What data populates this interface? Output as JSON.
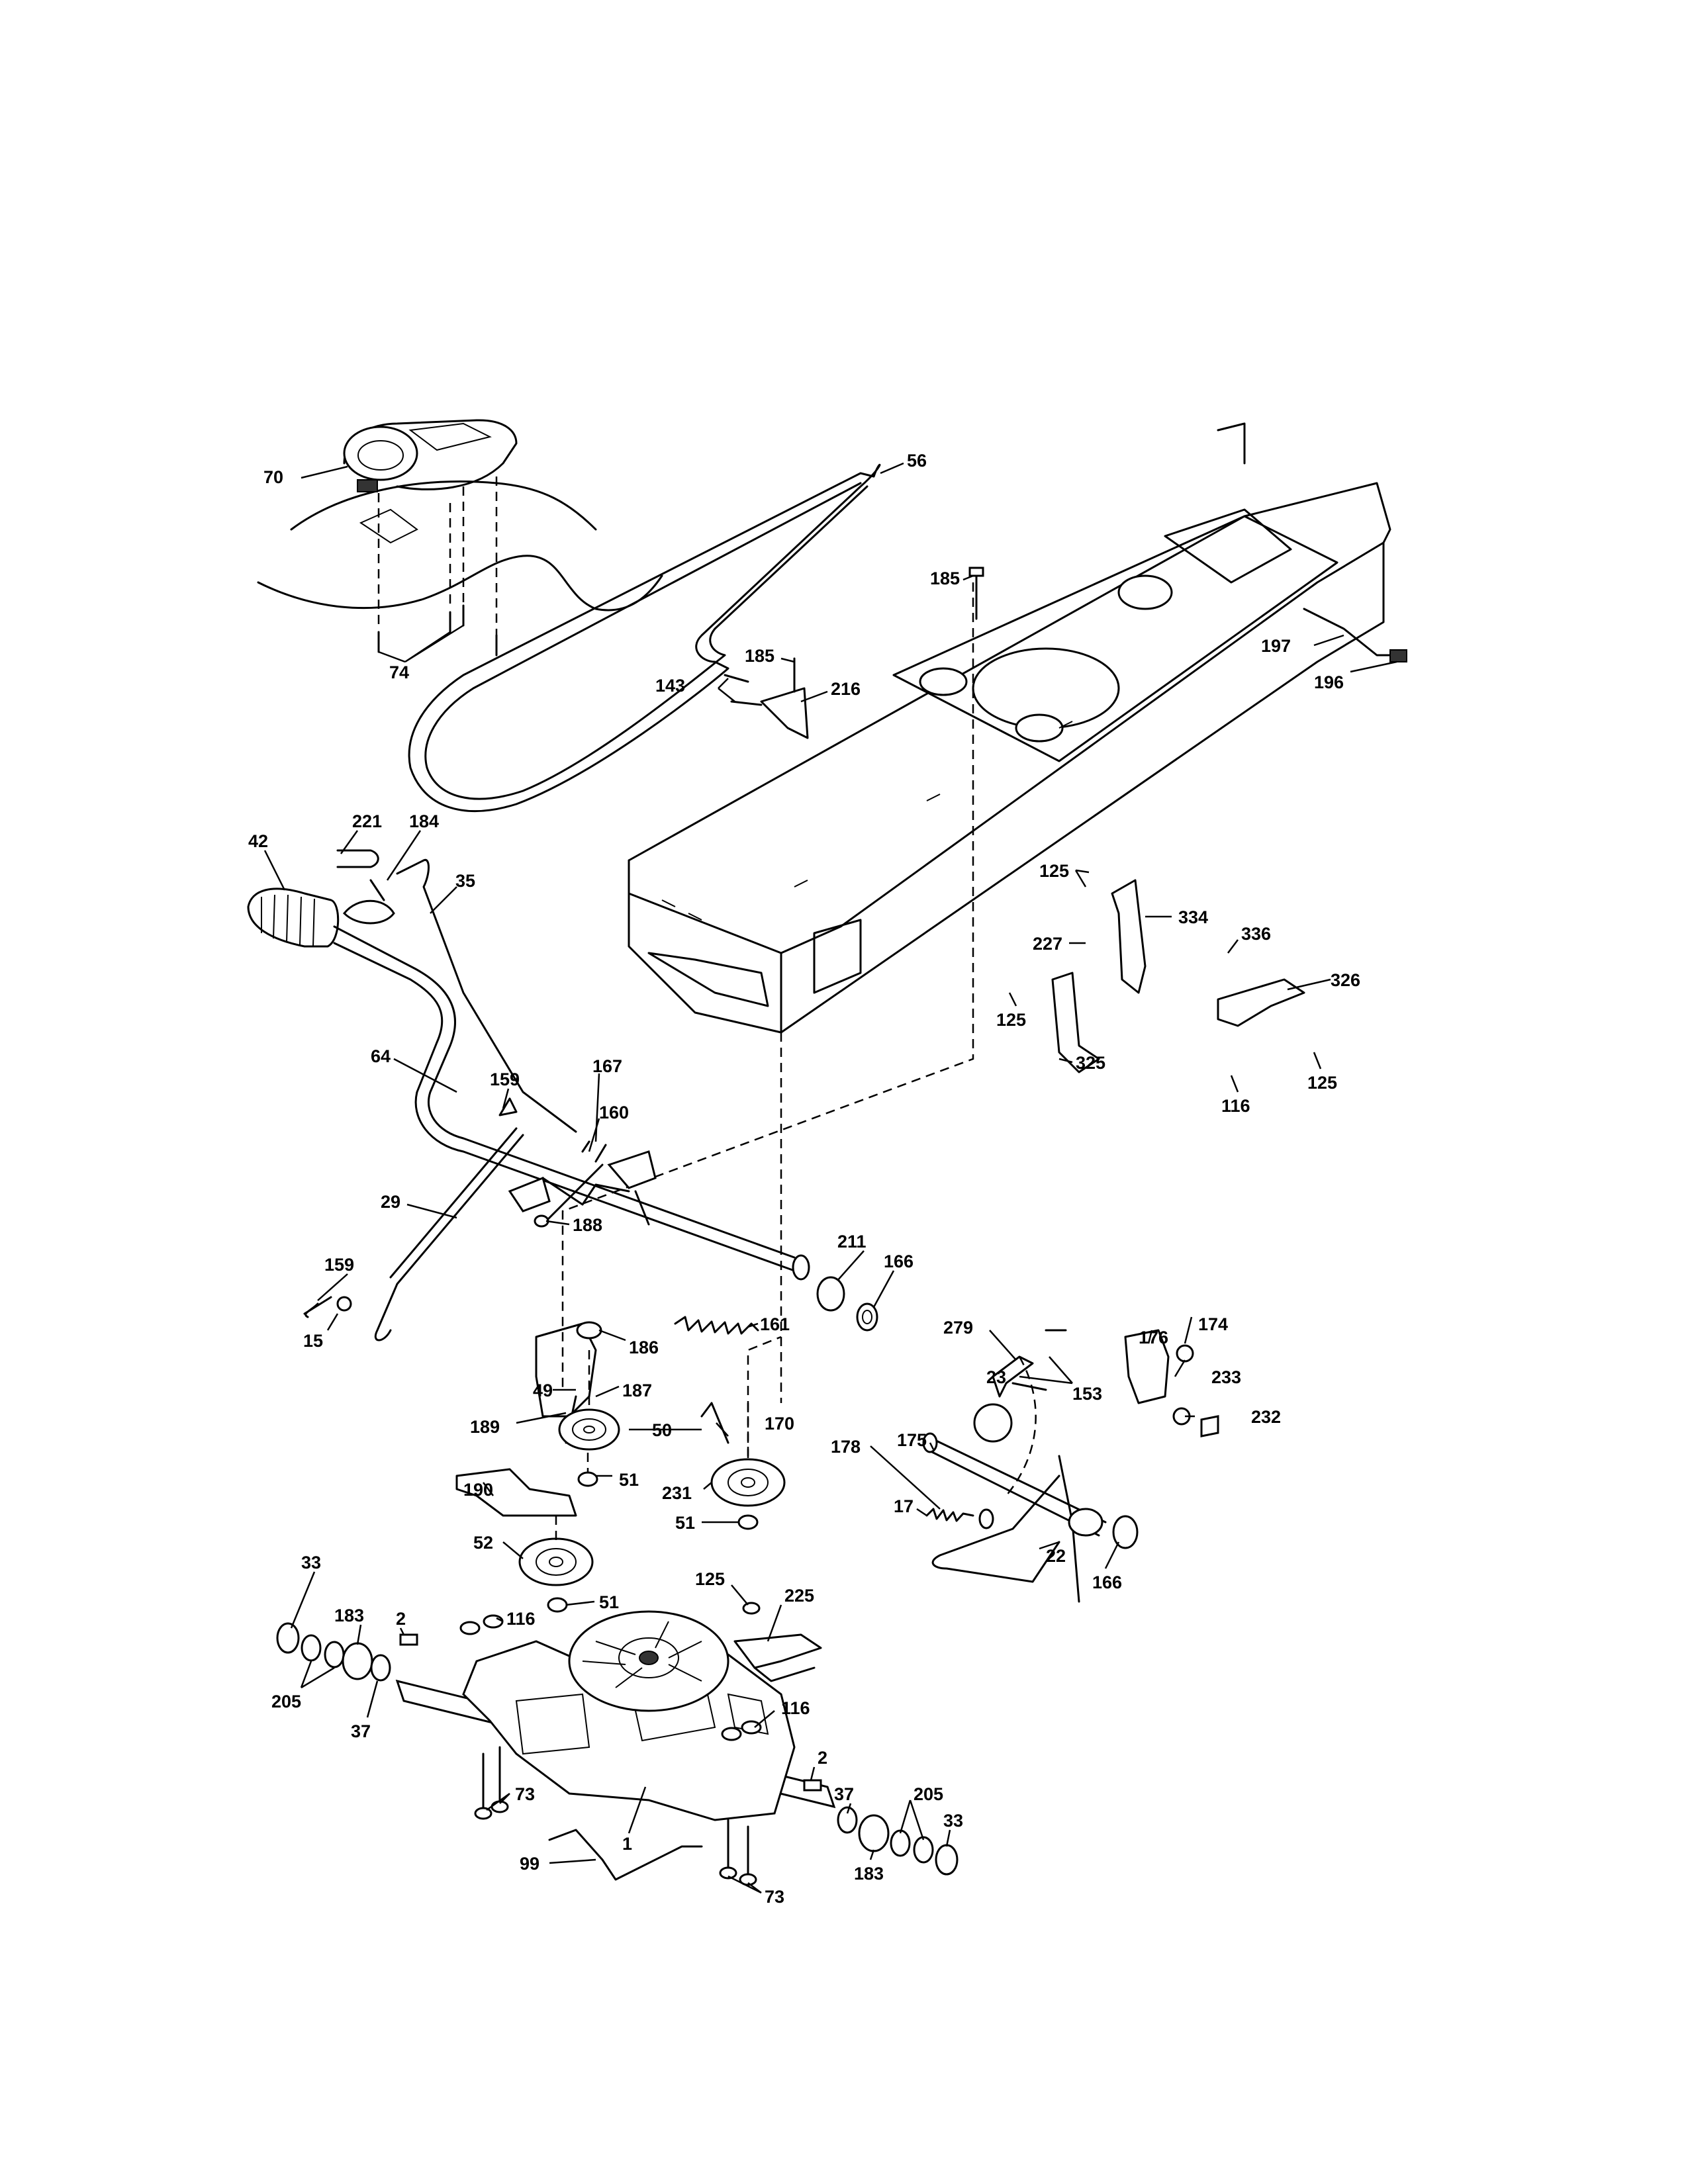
{
  "diagram": {
    "labels": [
      {
        "id": "l70",
        "text": "70"
      },
      {
        "id": "l56",
        "text": "56"
      },
      {
        "id": "l74",
        "text": "74"
      },
      {
        "id": "l185a",
        "text": "185"
      },
      {
        "id": "l185b",
        "text": "185"
      },
      {
        "id": "l216",
        "text": "216"
      },
      {
        "id": "l143",
        "text": "143"
      },
      {
        "id": "l197",
        "text": "197"
      },
      {
        "id": "l196",
        "text": "196"
      },
      {
        "id": "l221",
        "text": "221"
      },
      {
        "id": "l184",
        "text": "184"
      },
      {
        "id": "l42",
        "text": "42"
      },
      {
        "id": "l35",
        "text": "35"
      },
      {
        "id": "l125a",
        "text": "125"
      },
      {
        "id": "l334",
        "text": "334"
      },
      {
        "id": "l227",
        "text": "227"
      },
      {
        "id": "l336",
        "text": "336"
      },
      {
        "id": "l326",
        "text": "326"
      },
      {
        "id": "l125b",
        "text": "125"
      },
      {
        "id": "l325",
        "text": "325"
      },
      {
        "id": "l116a",
        "text": "116"
      },
      {
        "id": "l125c",
        "text": "125"
      },
      {
        "id": "l64",
        "text": "64"
      },
      {
        "id": "l159a",
        "text": "159"
      },
      {
        "id": "l167",
        "text": "167"
      },
      {
        "id": "l160",
        "text": "160"
      },
      {
        "id": "l29",
        "text": "29"
      },
      {
        "id": "l188",
        "text": "188"
      },
      {
        "id": "l211",
        "text": "211"
      },
      {
        "id": "l166a",
        "text": "166"
      },
      {
        "id": "l159b",
        "text": "159"
      },
      {
        "id": "l15",
        "text": "15"
      },
      {
        "id": "l161",
        "text": "161"
      },
      {
        "id": "l186",
        "text": "186"
      },
      {
        "id": "l279",
        "text": "279"
      },
      {
        "id": "l176",
        "text": "176"
      },
      {
        "id": "l174",
        "text": "174"
      },
      {
        "id": "l49",
        "text": "49"
      },
      {
        "id": "l187",
        "text": "187"
      },
      {
        "id": "l189",
        "text": "189"
      },
      {
        "id": "l50",
        "text": "50"
      },
      {
        "id": "l170",
        "text": "170"
      },
      {
        "id": "l23",
        "text": "23"
      },
      {
        "id": "l153",
        "text": "153"
      },
      {
        "id": "l233",
        "text": "233"
      },
      {
        "id": "l232",
        "text": "232"
      },
      {
        "id": "l175",
        "text": "175"
      },
      {
        "id": "l190",
        "text": "190"
      },
      {
        "id": "l51a",
        "text": "51"
      },
      {
        "id": "l231",
        "text": "231"
      },
      {
        "id": "l178",
        "text": "178"
      },
      {
        "id": "l17",
        "text": "17"
      },
      {
        "id": "l51b",
        "text": "51"
      },
      {
        "id": "l22",
        "text": "22"
      },
      {
        "id": "l166b",
        "text": "166"
      },
      {
        "id": "l52",
        "text": "52"
      },
      {
        "id": "l51c",
        "text": "51"
      },
      {
        "id": "l33a",
        "text": "33"
      },
      {
        "id": "l125d",
        "text": "125"
      },
      {
        "id": "l225",
        "text": "225"
      },
      {
        "id": "l183a",
        "text": "183"
      },
      {
        "id": "l2a",
        "text": "2"
      },
      {
        "id": "l116b",
        "text": "116"
      },
      {
        "id": "l205a",
        "text": "205"
      },
      {
        "id": "l37a",
        "text": "37"
      },
      {
        "id": "l116c",
        "text": "116"
      },
      {
        "id": "l2b",
        "text": "2"
      },
      {
        "id": "l73a",
        "text": "73"
      },
      {
        "id": "l37b",
        "text": "37"
      },
      {
        "id": "l205b",
        "text": "205"
      },
      {
        "id": "l1",
        "text": "1"
      },
      {
        "id": "l33b",
        "text": "33"
      },
      {
        "id": "l99",
        "text": "99"
      },
      {
        "id": "l183b",
        "text": "183"
      },
      {
        "id": "l73b",
        "text": "73"
      }
    ]
  }
}
